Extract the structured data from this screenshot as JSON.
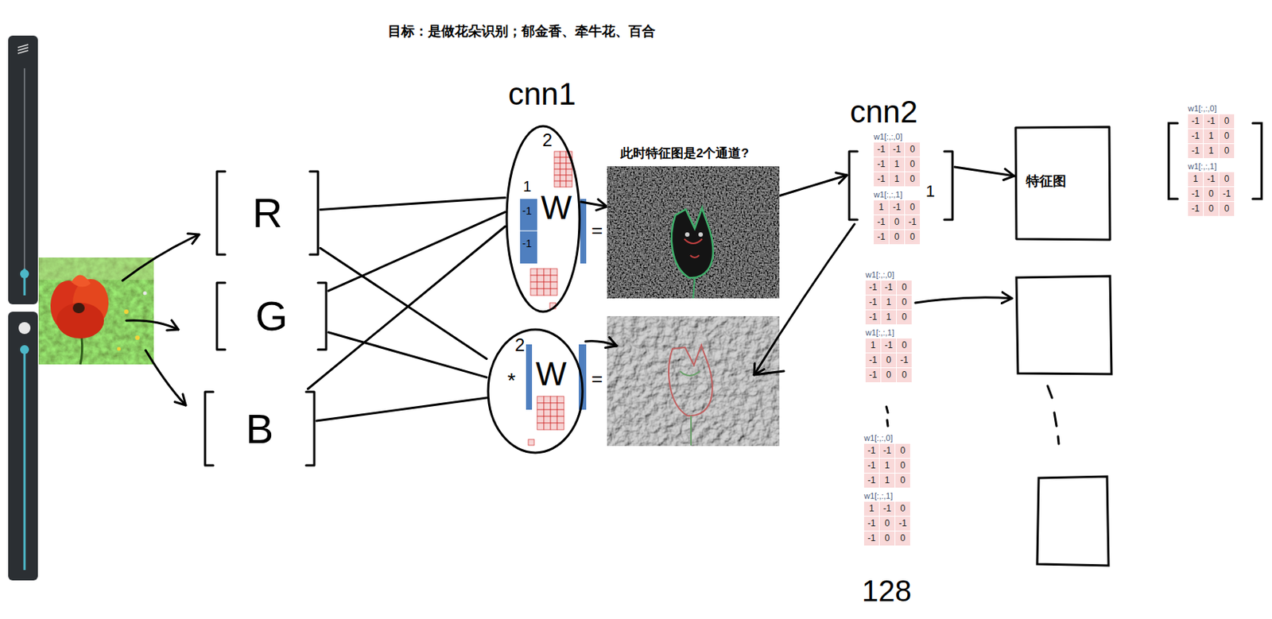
{
  "diagram": {
    "title": "目标：是做花朵识别；郁金香、牵牛花、百合",
    "nodes": [
      {
        "text": [
          "R"
        ]
      },
      {
        "text": [
          "G"
        ]
      },
      {
        "text": [
          "B"
        ]
      },
      {
        "text": [
          "cnn1",
          "2",
          "1",
          "W"
        ]
      },
      {
        "text": [
          "2",
          "W"
        ]
      },
      {
        "text": [
          "此时特征图是2个通道?"
        ]
      },
      {
        "text": [
          "cnn2",
          "1"
        ]
      },
      {
        "text": [
          "特征图"
        ]
      }
    ],
    "edges": [
      {
        "from": 0,
        "to": 3,
        "arrow": "none"
      },
      {
        "from": 1,
        "to": 3,
        "arrow": "none"
      },
      {
        "from": 2,
        "to": 3,
        "arrow": "none"
      },
      {
        "from": 0,
        "to": 4,
        "arrow": "none"
      },
      {
        "from": 1,
        "to": 4,
        "arrow": "none"
      },
      {
        "from": 2,
        "to": 4,
        "arrow": "none"
      },
      {
        "from": 3,
        "to": 5,
        "arrow": "to"
      },
      {
        "from": 5,
        "to": 6,
        "arrow": "to"
      },
      {
        "from": 6,
        "to": 7,
        "arrow": "to"
      }
    ],
    "labels": [
      "*",
      "=",
      "=",
      "-1",
      "-1",
      "w1[:,:,0]",
      "-1",
      "-1",
      "0",
      "-1",
      "1",
      "0",
      "-1",
      "1",
      "0",
      "w1[:,:,1]",
      "1",
      "-1",
      "0",
      "-1",
      "0",
      "-1",
      "-1",
      "0",
      "0",
      "w1[:,:,0]",
      "-1",
      "-1",
      "0",
      "-1",
      "1",
      "0",
      "-1",
      "1",
      "0",
      "w1[:,:,1]",
      "1",
      "-1",
      "0",
      "-1",
      "0",
      "-1",
      "-1",
      "0",
      "0",
      "w1[:,:,0]",
      "-1",
      "-1",
      "0",
      "-1",
      "1",
      "0",
      "-1",
      "1",
      "0",
      "w1[:,:,1]",
      "1",
      "-1",
      "0",
      "-1",
      "0",
      "-1",
      "-1",
      "0",
      "0",
      "w1[:,:,0]",
      "-1",
      "-1",
      "0",
      "-1",
      "1",
      "0",
      "-1",
      "1",
      "0",
      "w1[:,:,1]",
      "1",
      "-1",
      "0",
      "-1",
      "0",
      "-1",
      "-1",
      "0",
      "0",
      "128"
    ]
  }
}
